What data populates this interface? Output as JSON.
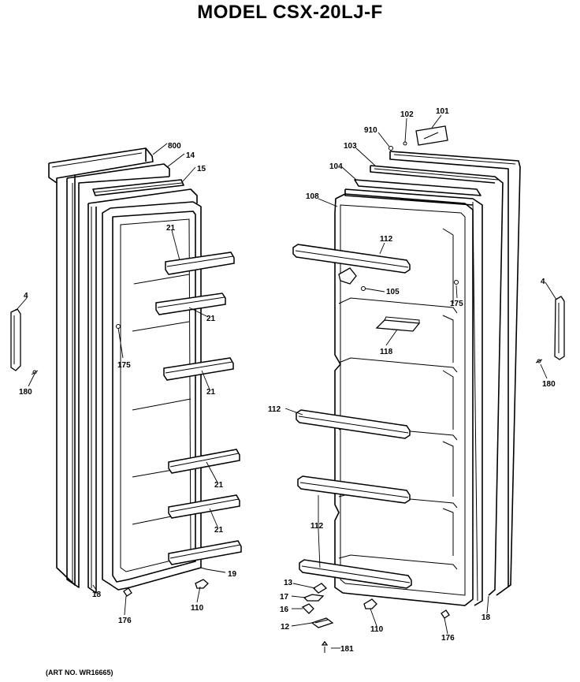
{
  "title": "MODEL CSX-20LJ-F",
  "art_number": "(ART NO. WR16665)",
  "callouts": {
    "l_800": "800",
    "l_14": "14",
    "l_15": "15",
    "l_21a": "21",
    "l_21b": "21",
    "l_21c": "21",
    "l_21d": "21",
    "l_21e": "21",
    "l_175_left": "175",
    "l_4_left": "4",
    "l_180_left": "180",
    "l_18_left": "18",
    "l_19": "19",
    "l_176_left": "176",
    "l_110_left": "110",
    "l_102": "102",
    "l_101": "101",
    "l_910": "910",
    "l_103": "103",
    "l_104": "104",
    "l_108": "108",
    "l_112a": "112",
    "l_105": "105",
    "l_175_right": "175",
    "l_118": "118",
    "l_112b": "112",
    "l_112c": "112",
    "l_4_right": "4",
    "l_180_right": "180",
    "l_13": "13",
    "l_17": "17",
    "l_16": "16",
    "l_12": "12",
    "l_181": "181",
    "l_110_right": "110",
    "l_176_right": "176",
    "l_18_right": "18"
  }
}
